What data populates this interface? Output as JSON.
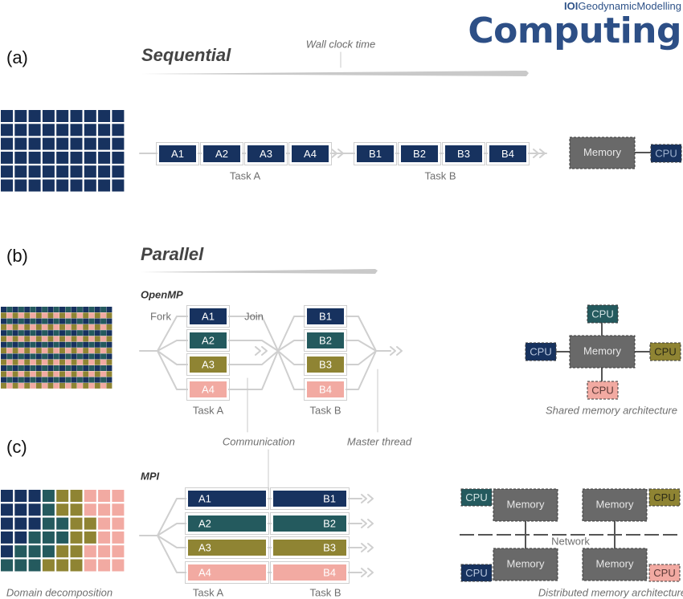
{
  "brand": {
    "prefix": "IOI",
    "name": "GeodynamicModelling",
    "title": "Computing"
  },
  "colors": {
    "navy": "#17325f",
    "teal": "#245a5e",
    "olive": "#8f8433",
    "pink": "#f2aaa2",
    "gray": "#696969",
    "line": "#cfcfcf",
    "label": "#6f6f6f"
  },
  "panels": {
    "a": {
      "letter": "(a)",
      "heading": "Sequential",
      "wall_clock": "Wall clock time",
      "tasks": [
        "A1",
        "A2",
        "A3",
        "A4",
        "B1",
        "B2",
        "B3",
        "B4"
      ],
      "task_a": "Task A",
      "task_b": "Task B",
      "memory": "Memory",
      "cpu": "CPU"
    },
    "b": {
      "letter": "(b)",
      "heading": "Parallel",
      "subheading": "OpenMP",
      "fork": "Fork",
      "join": "Join",
      "tasks_a": [
        "A1",
        "A2",
        "A3",
        "A4"
      ],
      "tasks_b": [
        "B1",
        "B2",
        "B3",
        "B4"
      ],
      "task_a": "Task A",
      "task_b": "Task B",
      "communication": "Communication",
      "master_thread": "Master thread",
      "memory": "Memory",
      "cpu_labels": [
        "CPU",
        "CPU",
        "CPU",
        "CPU"
      ],
      "caption": "Shared memory architecture"
    },
    "c": {
      "letter": "(c)",
      "subheading": "MPI",
      "tasks_a": [
        "A1",
        "A2",
        "A3",
        "A4"
      ],
      "tasks_b": [
        "B1",
        "B2",
        "B3",
        "B4"
      ],
      "task_a": "Task A",
      "task_b": "Task B",
      "domain_caption": "Domain decomposition",
      "network": "Network",
      "memory": "Memory",
      "cpu": "CPU",
      "caption": "Distributed memory architecture"
    }
  }
}
